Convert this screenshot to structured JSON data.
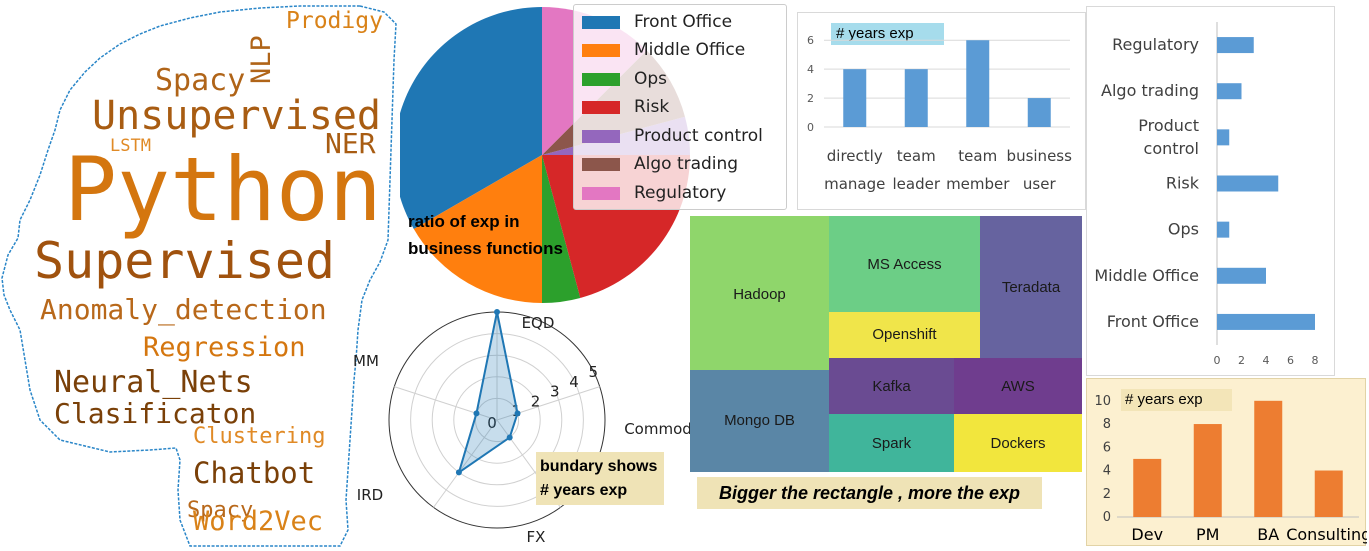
{
  "wordcloud": {
    "words": [
      {
        "text": "Prodigy",
        "color": "#d98218"
      },
      {
        "text": "NLP",
        "color": "#b06418"
      },
      {
        "text": "Spacy",
        "color": "#b06418"
      },
      {
        "text": "Unsupervised",
        "color": "#a85c12"
      },
      {
        "text": "LSTM",
        "color": "#e08a26"
      },
      {
        "text": "NER",
        "color": "#a85c12"
      },
      {
        "text": "Python",
        "color": "#d4760f"
      },
      {
        "text": "Supervised",
        "color": "#a0520e"
      },
      {
        "text": "Anomaly_detection",
        "color": "#b8681a"
      },
      {
        "text": "Regression",
        "color": "#d4760f"
      },
      {
        "text": "Neural_Nets",
        "color": "#7a4008"
      },
      {
        "text": "Clasificaton",
        "color": "#7a4008"
      },
      {
        "text": "Clustering",
        "color": "#e08a26"
      },
      {
        "text": "Chatbot",
        "color": "#7a4008"
      },
      {
        "text": "Spacy",
        "color": "#b8681a"
      },
      {
        "text": "Word2Vec",
        "color": "#d98218"
      }
    ]
  },
  "chart_data": [
    {
      "type": "pie",
      "categories": [
        "Front Office",
        "Middle Office",
        "Ops",
        "Risk",
        "Product control",
        "Algo trading",
        "Regulatory"
      ],
      "values": [
        8,
        4,
        1,
        5,
        1,
        2,
        3
      ],
      "colors": [
        "#1f77b4",
        "#ff7f0e",
        "#2ca02c",
        "#d62728",
        "#9467bd",
        "#8c564b",
        "#e377c2"
      ],
      "annotation": "ratio of exp in business functions",
      "legend": "top-right"
    },
    {
      "type": "bar",
      "title": "# years exp",
      "categories": [
        [
          "directly",
          "manage"
        ],
        [
          "team",
          "leader"
        ],
        [
          "team",
          "member"
        ],
        [
          "business",
          "user"
        ]
      ],
      "values": [
        4,
        4,
        6,
        2
      ],
      "yticks": [
        0,
        2,
        4,
        6
      ],
      "ylim": [
        0,
        6.5
      ],
      "color": "#5b9bd5",
      "grid": true
    },
    {
      "type": "bar",
      "orientation": "horizontal",
      "categories": [
        [
          "Regulatory"
        ],
        [
          "Algo trading"
        ],
        [
          "Product",
          "control"
        ],
        [
          "Risk"
        ],
        [
          "Ops"
        ],
        [
          "Middle Office"
        ],
        [
          "Front Office"
        ]
      ],
      "values": [
        3,
        2,
        1,
        5,
        1,
        4,
        8
      ],
      "xticks": [
        0,
        2,
        4,
        6,
        8
      ],
      "xlim": [
        0,
        8
      ],
      "color": "#5b9bd5"
    },
    {
      "type": "treemap",
      "cells": [
        {
          "label": "Hadoop",
          "color": "#8fd66b"
        },
        {
          "label": "Mongo DB",
          "color": "#5a86a6"
        },
        {
          "label": "MS Access",
          "color": "#6cce86"
        },
        {
          "label": "Openshift",
          "color": "#f0e54a"
        },
        {
          "label": "Teradata",
          "color": "#66639f"
        },
        {
          "label": "Kafka",
          "color": "#6a4b92"
        },
        {
          "label": "AWS",
          "color": "#6f3d8e"
        },
        {
          "label": "Spark",
          "color": "#40b59b"
        },
        {
          "label": "Dockers",
          "color": "#f2e63d"
        }
      ],
      "annotation": "Bigger the rectangle , more the exp"
    },
    {
      "type": "radar",
      "axes": [
        "EQD",
        "Commod",
        "FX",
        "IRD",
        "MM"
      ],
      "values": [
        5,
        1,
        1,
        3,
        1
      ],
      "rlim": [
        0,
        5
      ],
      "rticks": [
        "0",
        "1",
        "2",
        "3",
        "4",
        "5"
      ],
      "color": "#1f77b4",
      "annotation": "bundary shows # years exp"
    },
    {
      "type": "bar",
      "title": "# years exp",
      "categories": [
        "Dev",
        "PM",
        "BA",
        "Consulting"
      ],
      "values": [
        5,
        8,
        10,
        4
      ],
      "yticks": [
        0,
        2,
        4,
        6,
        8,
        10
      ],
      "ylim": [
        0,
        10.5
      ],
      "color": "#ed7d31"
    }
  ]
}
